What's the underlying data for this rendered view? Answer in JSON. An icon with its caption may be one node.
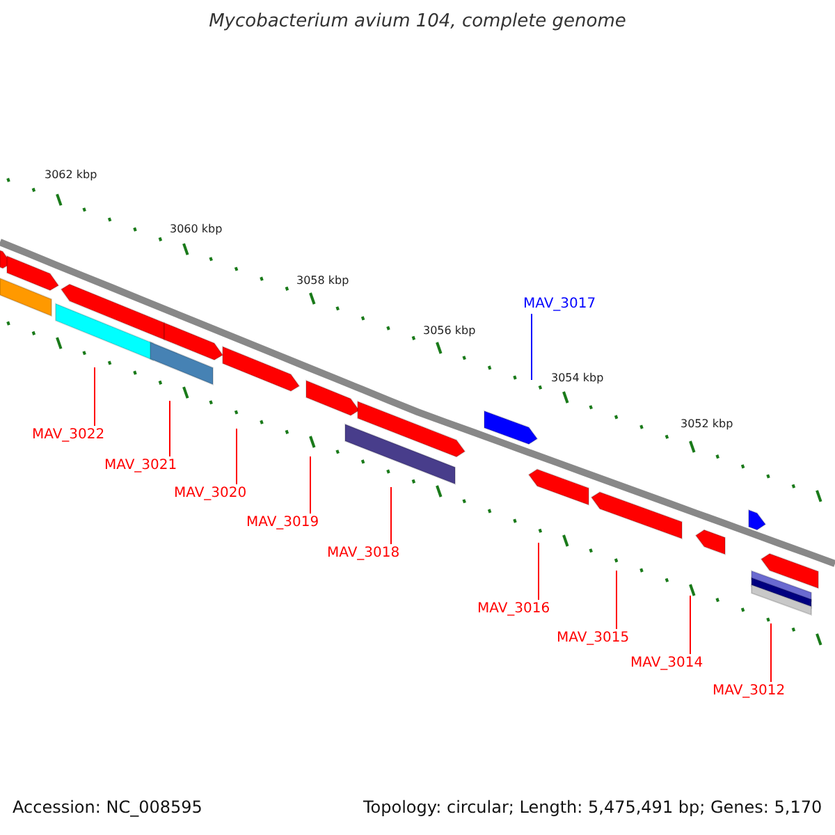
{
  "diagram": {
    "title": "Mycobacterium avium 104, complete genome",
    "nodes": [
      {
        "text": [
          "MAV_3017"
        ]
      },
      {
        "text": [
          "MAV_3022"
        ]
      },
      {
        "text": [
          "MAV_3021"
        ]
      },
      {
        "text": [
          "MAV_3020"
        ]
      },
      {
        "text": [
          "MAV_3019"
        ]
      },
      {
        "text": [
          "MAV_3018"
        ]
      },
      {
        "text": [
          "MAV_3016"
        ]
      },
      {
        "text": [
          "MAV_3015"
        ]
      },
      {
        "text": [
          "MAV_3014"
        ]
      },
      {
        "text": [
          "MAV_3012"
        ]
      }
    ],
    "edges": [
      {
        "from": 0,
        "to": null,
        "arrow": "none",
        "color": "#0000ff"
      },
      {
        "from": 1,
        "to": null,
        "arrow": "none"
      },
      {
        "from": 2,
        "to": null,
        "arrow": "none"
      },
      {
        "from": 3,
        "to": null,
        "arrow": "none"
      },
      {
        "from": 4,
        "to": null,
        "arrow": "none"
      },
      {
        "from": 5,
        "to": null,
        "arrow": "none"
      },
      {
        "from": 6,
        "to": null,
        "arrow": "none"
      },
      {
        "from": 7,
        "to": null,
        "arrow": "none"
      },
      {
        "from": 8,
        "to": null,
        "arrow": "none"
      },
      {
        "from": 9,
        "to": null,
        "arrow": "none"
      }
    ],
    "labels": [
      "3062 kbp",
      "3060 kbp",
      "3058 kbp",
      "3056 kbp",
      "3054 kbp",
      "3052 kbp",
      "Accession: NC_008595",
      "Topology: circular; Length: 5,475,491 bp; Genes: 5,170"
    ]
  }
}
